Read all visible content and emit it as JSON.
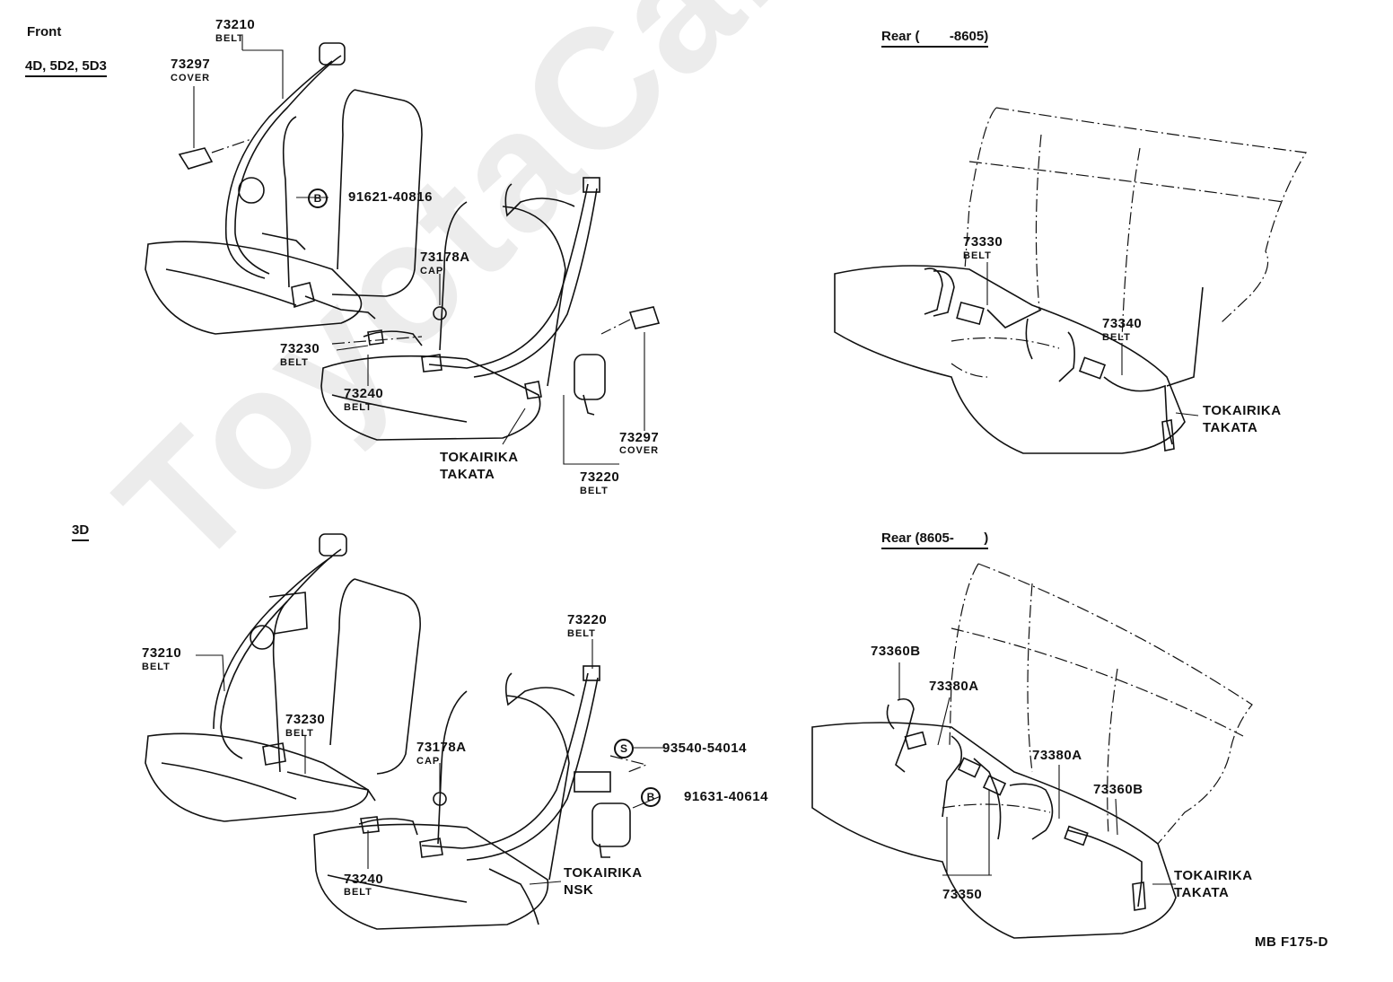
{
  "watermark": "ToyotaCarMine.ru",
  "figure_code": "MB F175-D",
  "sections": {
    "front": {
      "title": "Front",
      "variant": "4D, 5D2, 5D3",
      "parts": {
        "p73210": {
          "num": "73210",
          "name": "BELT"
        },
        "p73297a": {
          "num": "73297",
          "name": "COVER"
        },
        "bolt": {
          "symbol": "B",
          "num": "91621-40816"
        },
        "p73178A": {
          "num": "73178A",
          "name": "CAP"
        },
        "p73230": {
          "num": "73230",
          "name": "BELT"
        },
        "p73240": {
          "num": "73240",
          "name": "BELT"
        },
        "maker1": "TOKAIRIKA",
        "maker2": "TAKATA",
        "p73297b": {
          "num": "73297",
          "name": "COVER"
        },
        "p73220": {
          "num": "73220",
          "name": "BELT"
        }
      }
    },
    "rear_a": {
      "title": "Rear (        -8605)",
      "parts": {
        "p73330": {
          "num": "73330",
          "name": "BELT"
        },
        "p73340": {
          "num": "73340",
          "name": "BELT"
        },
        "maker1": "TOKAIRIKA",
        "maker2": "TAKATA"
      }
    },
    "three_d": {
      "title": "3D",
      "parts": {
        "p73210": {
          "num": "73210",
          "name": "BELT"
        },
        "p73230": {
          "num": "73230",
          "name": "BELT"
        },
        "p73220": {
          "num": "73220",
          "name": "BELT"
        },
        "p73178A": {
          "num": "73178A",
          "name": "CAP"
        },
        "screw": {
          "symbol": "S",
          "num": "93540-54014"
        },
        "bolt": {
          "symbol": "B",
          "num": "91631-40614"
        },
        "p73240": {
          "num": "73240",
          "name": "BELT"
        },
        "maker1": "TOKAIRIKA",
        "maker2": "NSK"
      }
    },
    "rear_b": {
      "title": "Rear (8605-        )",
      "parts": {
        "p73360B_a": {
          "num": "73360B"
        },
        "p73380A_a": {
          "num": "73380A"
        },
        "p73380A_b": {
          "num": "73380A"
        },
        "p73360B_b": {
          "num": "73360B"
        },
        "p73350": {
          "num": "73350"
        },
        "maker1": "TOKAIRIKA",
        "maker2": "TAKATA"
      }
    }
  }
}
